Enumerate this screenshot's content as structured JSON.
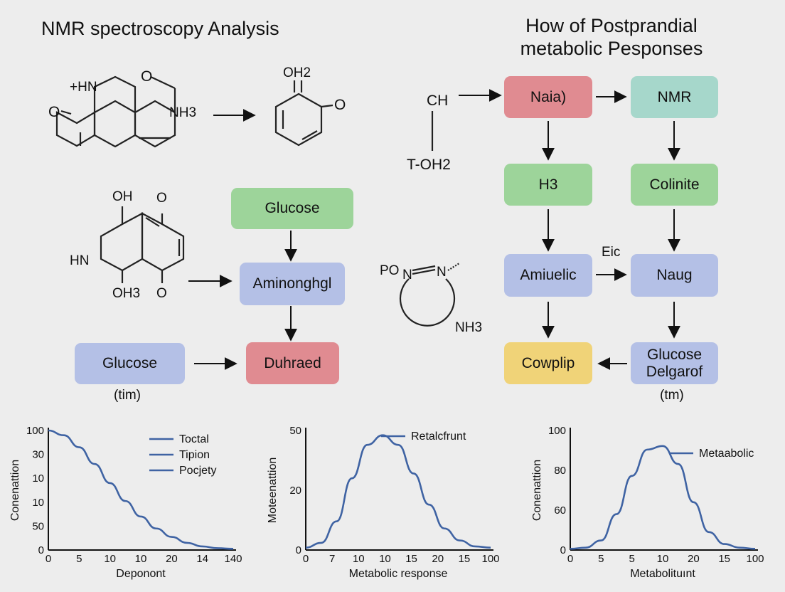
{
  "titles": {
    "left": "NMR spectroscopy Analysis",
    "right_line1": "How of Postprandial",
    "right_line2": "metabolic Pesponses"
  },
  "molecules": {
    "m1": {
      "hn": "+HN",
      "o_ring": "O",
      "o_left": "O",
      "nh3": "NH3"
    },
    "m2": {
      "oh2": "OH2",
      "o": "O"
    },
    "m3": {
      "oh": "OH",
      "o_top": "O",
      "hn": "HN",
      "oh3": "OH3",
      "o_bottom": "O"
    },
    "m4": {
      "ch": "CH",
      "toh2": "T-OH2"
    },
    "m5": {
      "po": "PO",
      "n1": "N",
      "n2": "N",
      "nh3": "NH3"
    }
  },
  "left_flow": {
    "glucose_top": "Glucose",
    "aminonghgl": "Aminonghgl",
    "glucose_left": "Glucose",
    "tim": "(tim)",
    "duhraed": "Duhraed"
  },
  "right_flow": {
    "naia": "Naia)",
    "nmr": "NMR",
    "h3": "H3",
    "colinite": "Colinite",
    "eic": "Eic",
    "amiuelic": "Amiuelic",
    "naug": "Naug",
    "cowplip": "Cowplip",
    "glucose_delgarof_1": "Glucose",
    "glucose_delgarof_2": "Delgarof",
    "tm": "(tm)"
  },
  "colors": {
    "line": "#3f63a3",
    "green": "#9dd49a",
    "blue": "#b4c0e6",
    "red": "#e08b91",
    "teal": "#a6d7cb",
    "yellow": "#f0d378"
  },
  "chart_data": [
    {
      "type": "line",
      "ylabel": "Conenattion",
      "xlabel": "Deponont",
      "x_tick_labels": [
        "0",
        "5",
        "10",
        "10",
        "20",
        "14",
        "140"
      ],
      "y_tick_labels": [
        "0",
        "50",
        "10",
        "10",
        "30",
        "100"
      ],
      "legend": [
        "Toctal",
        "Tipion",
        "Pocjety"
      ],
      "legend_placement": "top-right",
      "series": [
        {
          "values": [
            100,
            96,
            86,
            72,
            56,
            41,
            28,
            18,
            11,
            6,
            3,
            1.5,
            1
          ]
        }
      ]
    },
    {
      "type": "line",
      "ylabel": "Moteenattion",
      "xlabel": "Metabolic response",
      "x_tick_labels": [
        "0",
        "7",
        "10",
        "10",
        "15",
        "20",
        "15",
        "100"
      ],
      "y_tick_labels": [
        "0",
        "20",
        "50"
      ],
      "legend": [
        "Retalcfrunt"
      ],
      "legend_placement": "top-right",
      "series": [
        {
          "values": [
            1,
            3,
            12,
            30,
            44,
            48,
            44,
            32,
            19,
            9,
            4,
            1.5,
            1
          ]
        }
      ]
    },
    {
      "type": "line",
      "ylabel": "Conenattion",
      "xlabel": "Metabolituınt",
      "x_tick_labels": [
        "0",
        "5",
        "5",
        "10",
        "20",
        "15",
        "100"
      ],
      "y_tick_labels": [
        "0",
        "60",
        "80",
        "100"
      ],
      "legend": [
        "Metaabolic"
      ],
      "legend_placement": "top-right",
      "series": [
        {
          "values": [
            1,
            2,
            8,
            30,
            62,
            84,
            87,
            72,
            40,
            15,
            5,
            2,
            1
          ]
        }
      ]
    }
  ]
}
